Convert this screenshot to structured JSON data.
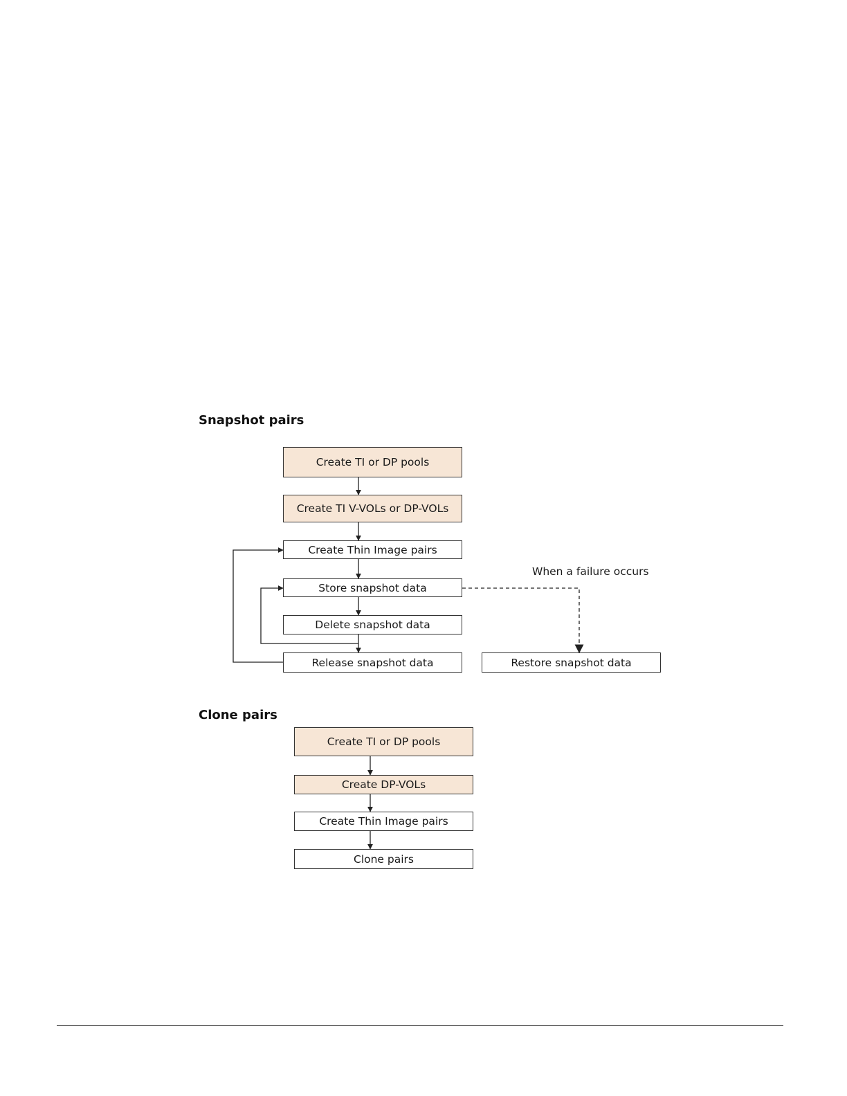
{
  "snapshot": {
    "heading": "Snapshot pairs",
    "steps": [
      {
        "label": "Create TI or DP pools"
      },
      {
        "label": "Create TI V-VOLs or DP-VOLs"
      },
      {
        "label": "Create Thin Image pairs"
      },
      {
        "label": "Store snapshot data"
      },
      {
        "label": "Delete snapshot data"
      },
      {
        "label": "Release snapshot data"
      }
    ],
    "failure_note": "When a failure occurs",
    "restore_label": "Restore snapshot data"
  },
  "clone": {
    "heading": "Clone pairs",
    "steps": [
      {
        "label": "Create TI or DP pools"
      },
      {
        "label": "Create DP-VOLs"
      },
      {
        "label": "Create Thin Image pairs"
      },
      {
        "label": "Clone pairs"
      }
    ]
  },
  "colors": {
    "setup_step_fill": "#f7e6d6",
    "operation_step_fill": "#ffffff",
    "line": "#222222"
  }
}
